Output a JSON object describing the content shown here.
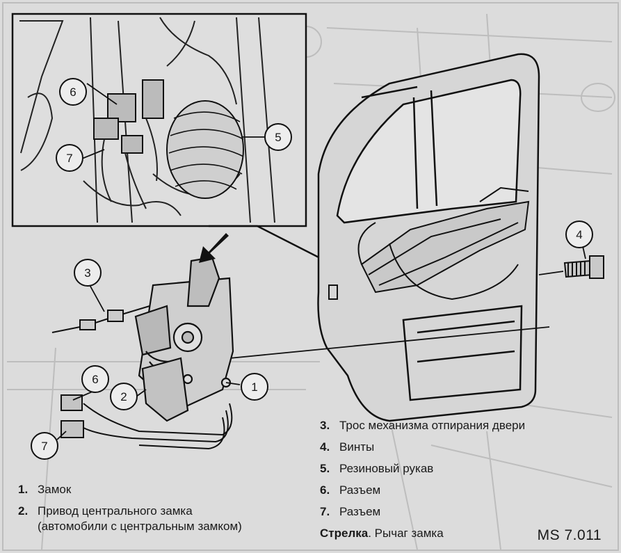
{
  "callouts": {
    "c1": "1",
    "c2": "2",
    "c3": "3",
    "c4": "4",
    "c5": "5",
    "c6_inset": "6",
    "c7_inset": "7",
    "c6": "6",
    "c7": "7"
  },
  "legend_left": [
    {
      "num": "1.",
      "label": "Замок"
    },
    {
      "num": "2.",
      "label": "Привод центрального замка",
      "label2": "(автомобили с центральным замком)"
    }
  ],
  "legend_right": [
    {
      "num": "3.",
      "label": "Трос механизма отпирания двери"
    },
    {
      "num": "4.",
      "label": "Винты"
    },
    {
      "num": "5.",
      "label": "Резиновый рукав"
    },
    {
      "num": "6.",
      "label": "Разъем"
    },
    {
      "num": "7.",
      "label": "Разъем"
    },
    {
      "num": "Стрелка",
      "label": ". Рычаг замка"
    }
  ],
  "figure_code": "MS 7.011",
  "colors": {
    "background": "#dcdcdc",
    "line": "#1a1a1a",
    "faint": "#bdbdbd"
  }
}
